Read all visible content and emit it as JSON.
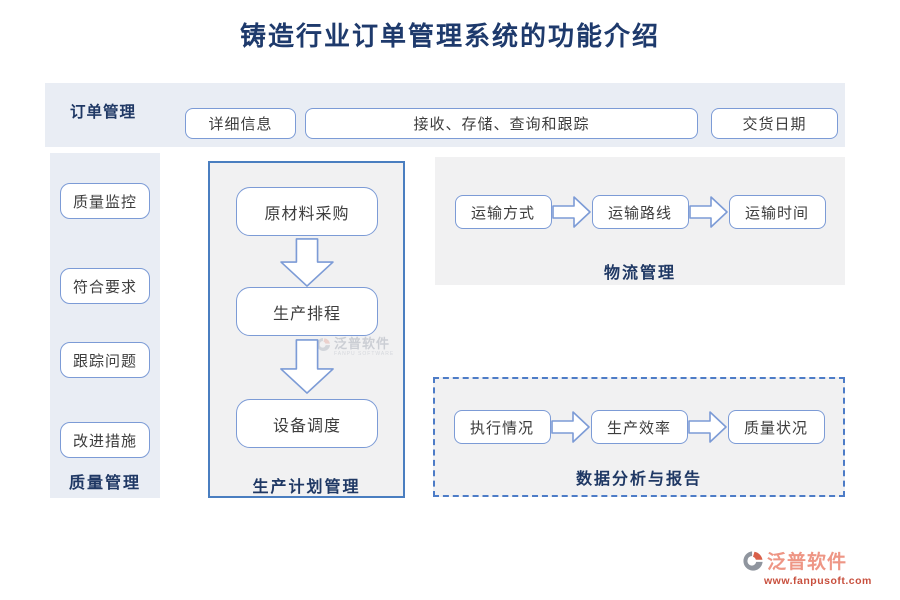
{
  "title": "铸造行业订单管理系统的功能介绍",
  "order_management": {
    "label": "订单管理",
    "buttons": [
      "详细信息",
      "接收、存储、查询和跟踪",
      "交货日期"
    ]
  },
  "quality_management": {
    "label": "质量管理",
    "items": [
      "质量监控",
      "符合要求",
      "跟踪问题",
      "改进措施"
    ]
  },
  "production_planning": {
    "label": "生产计划管理",
    "steps": [
      "原材料采购",
      "生产排程",
      "设备调度"
    ]
  },
  "logistics": {
    "label": "物流管理",
    "steps": [
      "运输方式",
      "运输路线",
      "运输时间"
    ]
  },
  "analytics": {
    "label": "数据分析与报告",
    "steps": [
      "执行情况",
      "生产效率",
      "质量状况"
    ]
  },
  "watermark": {
    "name": "泛普软件",
    "caption": "FANPU SOFTWARE"
  },
  "footer": {
    "brand": "泛普软件",
    "url": "www.fanpusoft.com"
  },
  "colors": {
    "title_navy": "#1e3a6c",
    "label_navy": "#1f3864",
    "node_border_blue": "#7c9bd6",
    "midbox_border_blue": "#4a7ec0",
    "dashed_border_blue": "#4d7cc7",
    "panel_blue_bg": "#e9edf4",
    "panel_gray_bg": "#f1f1f2",
    "brand_salmon": "#ee9685",
    "brand_red": "#c8503e"
  }
}
